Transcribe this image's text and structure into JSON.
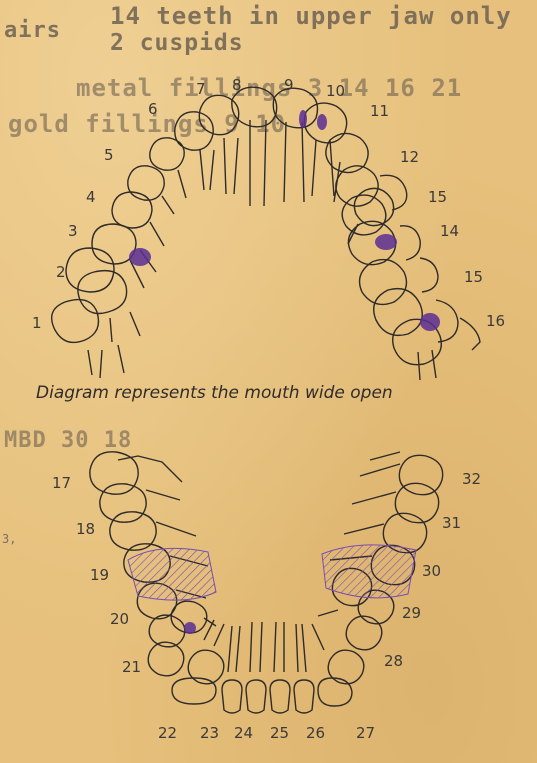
{
  "header": {
    "left_fragment": "airs",
    "upper_teeth_note": "14 teeth in upper jaw only",
    "cuspids_note": "2 cuspids",
    "metal_fillings": "metal fillings 3 14 16 21",
    "gold_fillings": "gold fillings 9 10",
    "lower_note": "MBD 30 18"
  },
  "caption": "Diagram represents the mouth wide open",
  "upper_numbers": [
    "1",
    "2",
    "3",
    "4",
    "5",
    "6",
    "7",
    "8",
    "9",
    "10",
    "11",
    "12",
    "15",
    "14",
    "15",
    "16"
  ],
  "lower_numbers": [
    "17",
    "18",
    "19",
    "20",
    "21",
    "22",
    "23",
    "24",
    "25",
    "26",
    "27",
    "28",
    "29",
    "30",
    "31",
    "32"
  ],
  "side_marks": [
    "3,"
  ],
  "colors": {
    "paper": "#e6c07c",
    "ink": "#3b3a39",
    "filling": "#6a3aa0",
    "typed": "#6e6252"
  }
}
